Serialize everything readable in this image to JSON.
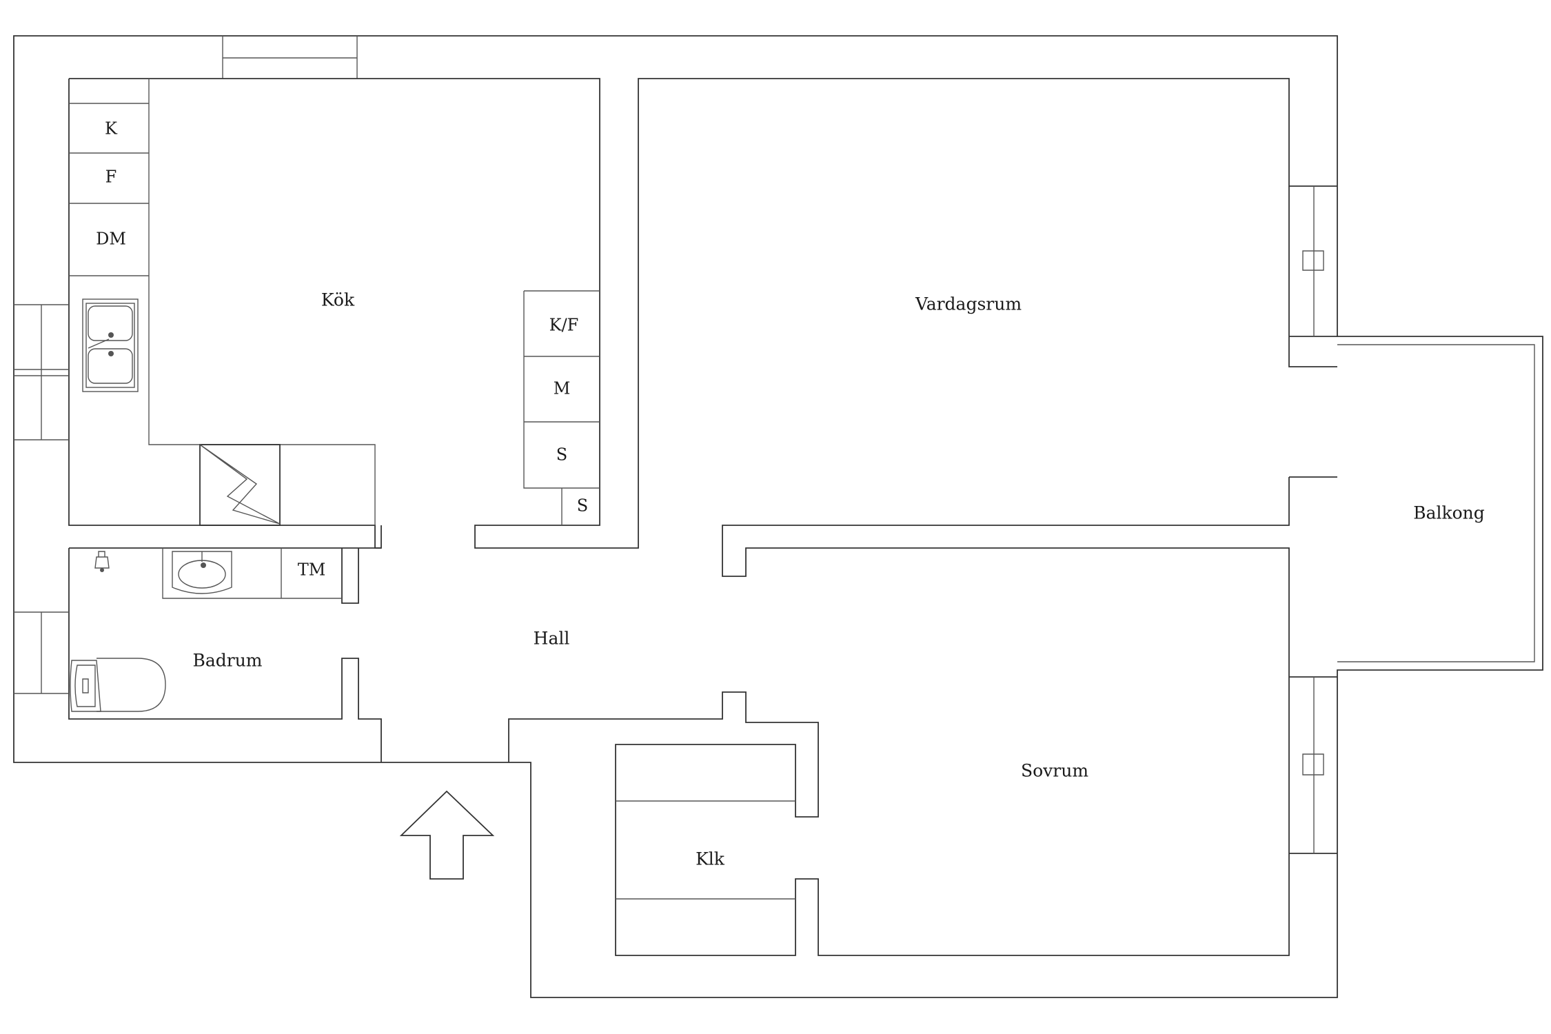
{
  "rooms": {
    "kitchen": "Kök",
    "living_room": "Vardagsrum",
    "balcony": "Balkong",
    "hall": "Hall",
    "bathroom": "Badrum",
    "bedroom": "Sovrum",
    "closet": "Klk"
  },
  "fixtures": {
    "fridge": "K",
    "freezer": "F",
    "dishwasher": "DM",
    "fridge_freezer": "K/F",
    "microwave": "M",
    "wardrobe_1": "S",
    "wardrobe_2": "S",
    "washing_machine": "TM"
  },
  "icons": [
    "double-sink-icon",
    "washbasin-icon",
    "toilet-icon",
    "faucet-icon",
    "chimney-icon",
    "entrance-arrow-icon"
  ]
}
